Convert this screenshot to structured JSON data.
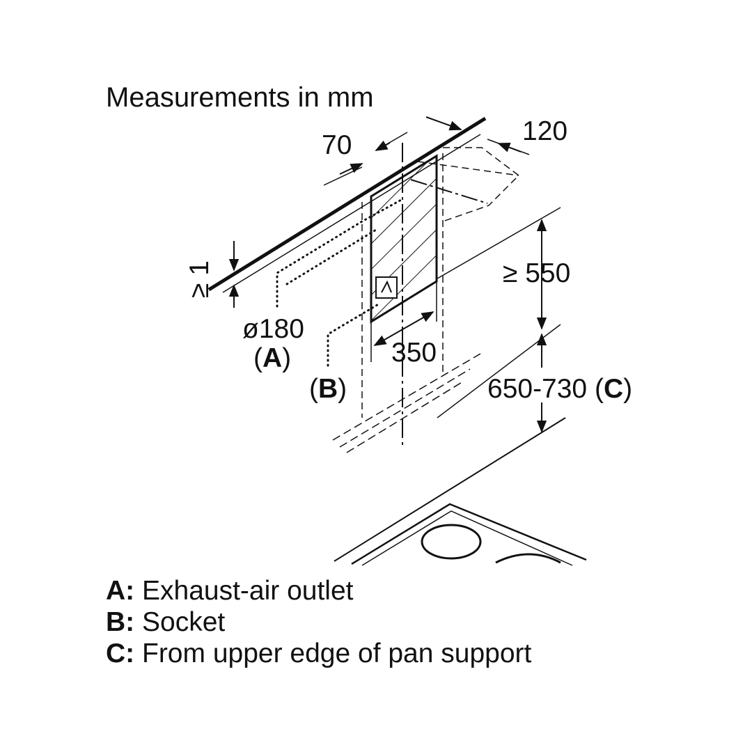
{
  "title": "Measurements in mm",
  "dimensions": {
    "d70": "70",
    "d120": "120",
    "min1": "≥ 1",
    "min550": "≥ 550",
    "dia180": "ø180",
    "d350": "350",
    "range650_730": "650-730"
  },
  "markers": {
    "a": "A",
    "b": "B",
    "c": "C"
  },
  "legend": [
    {
      "key": "A:",
      "text": "Exhaust-air outlet"
    },
    {
      "key": "B:",
      "text": "Socket"
    },
    {
      "key": "C:",
      "text": "From upper edge of pan support"
    }
  ]
}
